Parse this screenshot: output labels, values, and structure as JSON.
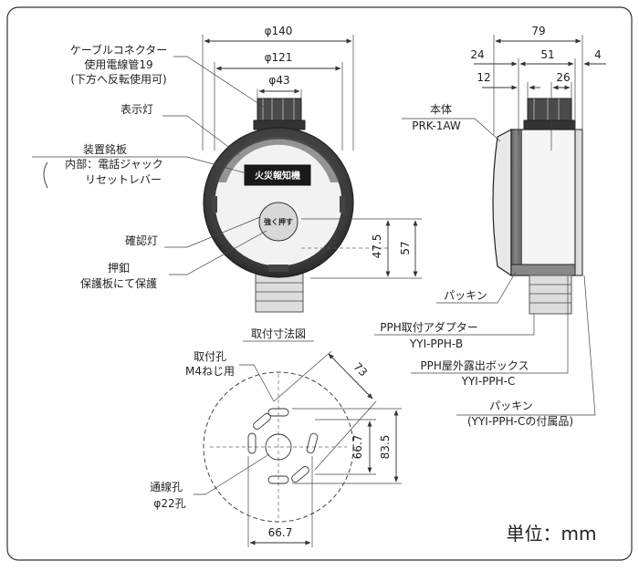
{
  "front": {
    "dims": {
      "d140": "φ140",
      "d121": "φ121",
      "d43": "φ43",
      "h47_5": "47.5",
      "h57": "57"
    },
    "plate_text": "火災報知機",
    "button_text": "強く押す",
    "labels": {
      "cable1": "ケーブルコネクター",
      "cable2": "使用電線管19",
      "cable3": "(下方へ反転使用可)",
      "indicator": "表示灯",
      "nameplate": "装置銘板",
      "inner1": "内部：電話ジャック",
      "inner2": "リセットレバー",
      "confirm": "確認灯",
      "push": "押釦",
      "push2": "保護板にて保護"
    }
  },
  "side": {
    "dims": {
      "d79": "79",
      "d24": "24",
      "d51": "51",
      "d4": "4",
      "d12": "12",
      "d26": "26"
    },
    "labels": {
      "body": "本体",
      "model": "PRK-1AW",
      "packing": "パッキン",
      "adapter1": "PPH取付アダプター",
      "adapter2": "YYI-PPH-B",
      "box1": "PPH屋外露出ボックス",
      "box2": "YYI-PPH-C",
      "packing2": "パッキン",
      "packing2b": "(YYI-PPH-Cの付属品)"
    }
  },
  "mount": {
    "title": "取付寸法図",
    "hole1": "取付孔",
    "hole2": "M4ねじ用",
    "wire1": "通線孔",
    "wire2": "φ22孔",
    "dims": {
      "d73": "73",
      "d66_7v": "66.7",
      "d83_5": "83.5",
      "d66_7h": "66.7"
    }
  },
  "unit": "単位：mm"
}
